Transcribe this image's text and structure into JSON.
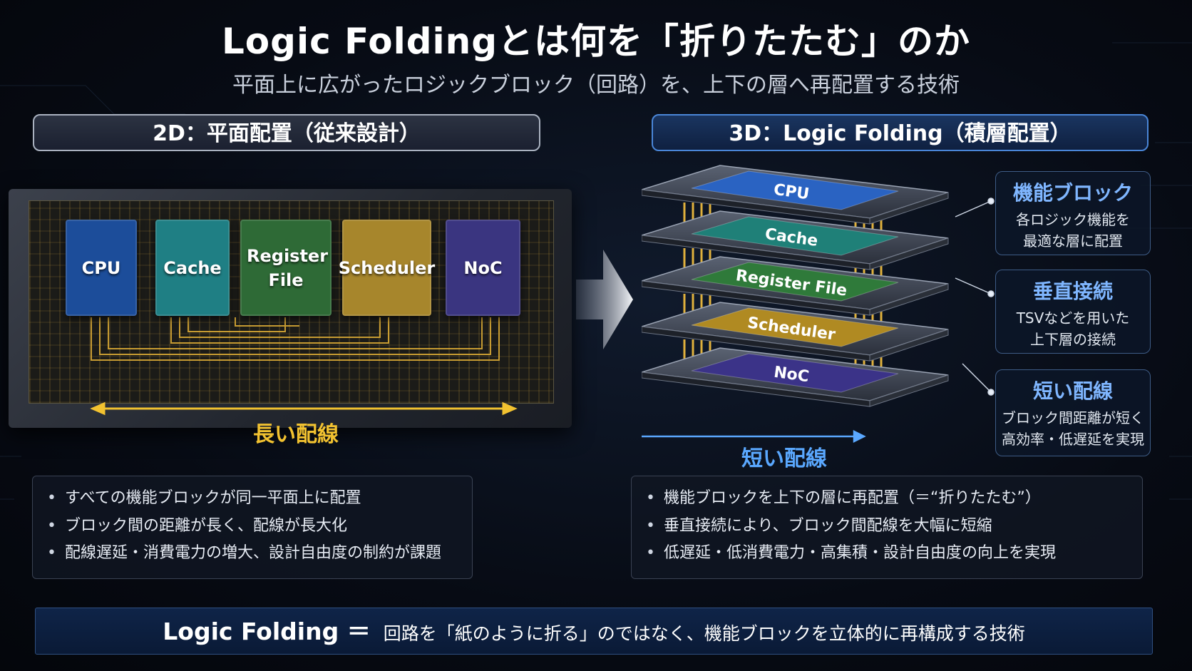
{
  "title": "Logic Foldingとは何を「折りたたむ」のか",
  "subtitle": "平面上に広がったロジックブロック（回路）を、上下の層へ再配置する技術",
  "left_panel": {
    "header": "2D：平面配置（従来設計）",
    "blocks": [
      {
        "label": "CPU",
        "color": "#1c4d9a"
      },
      {
        "label": "Cache",
        "color": "#1f7f84"
      },
      {
        "label": "Register File",
        "color": "#2e6a36"
      },
      {
        "label": "Scheduler",
        "color": "#a7862c"
      },
      {
        "label": "NoC",
        "color": "#3a3580"
      }
    ],
    "wire_label": "長い配線",
    "bullets": [
      "すべての機能ブロックが同一平面上に配置",
      "ブロック間の距離が長く、配線が長大化",
      "配線遅延・消費電力の増大、設計自由度の制約が課題"
    ]
  },
  "right_panel": {
    "header": "3D：Logic Folding（積層配置）",
    "layers": [
      {
        "label": "CPU",
        "color": "#2a63c2"
      },
      {
        "label": "Cache",
        "color": "#1f8078"
      },
      {
        "label": "Register File",
        "color": "#2f7a3a"
      },
      {
        "label": "Scheduler",
        "color": "#b08a22"
      },
      {
        "label": "NoC",
        "color": "#3b3388"
      }
    ],
    "wire_label": "短い配線",
    "callouts": [
      {
        "heading": "機能ブロック",
        "lines": [
          "各ロジック機能を",
          "最適な層に配置"
        ]
      },
      {
        "heading": "垂直接続",
        "lines": [
          "TSVなどを用いた",
          "上下層の接続"
        ]
      },
      {
        "heading": "短い配線",
        "lines": [
          "ブロック間距離が短く",
          "高効率・低遅延を実現"
        ]
      }
    ],
    "bullets": [
      "機能ブロックを上下の層に再配置（＝“折りたたむ”）",
      "垂直接続により、ブロック間配線を大幅に短縮",
      "低遅延・低消費電力・高集積・設計自由度の向上を実現"
    ]
  },
  "footer": {
    "key": "Logic Folding ＝",
    "text": "回路を「紙のように折る」のではなく、機能ブロックを立体的に再構成する技術"
  },
  "colors": {
    "accent_gold": "#f2c230",
    "accent_blue": "#5aa8ff",
    "callout_heading": "#7fb6ff"
  }
}
